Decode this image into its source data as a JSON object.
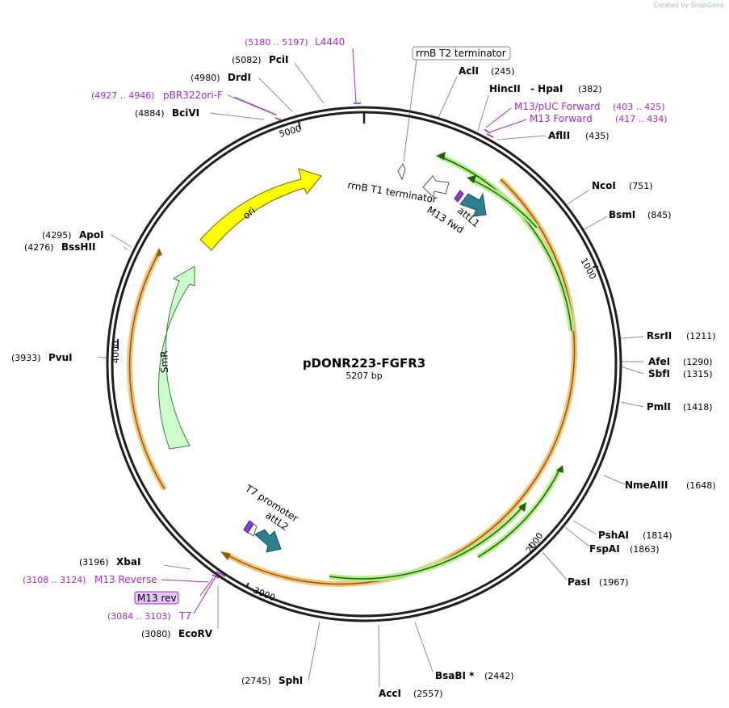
{
  "watermark": {
    "prefix": "Created by",
    "brand": "SnapGene"
  },
  "plasmid": {
    "name": "pDONR223-FGFR3",
    "size_label": "5207 bp"
  },
  "ruler": [
    "1000",
    "2000",
    "3000",
    "4000",
    "5000"
  ],
  "enzymes": [
    {
      "name": "PciI",
      "pos": "(5082)"
    },
    {
      "name": "DrdI",
      "pos": "(4980)"
    },
    {
      "name": "BciVI",
      "pos": "(4884)"
    },
    {
      "name": "AclI",
      "pos": "(245)"
    },
    {
      "name": "HincII",
      "pos": ""
    },
    {
      "name": "- HpaI",
      "pos": "(382)"
    },
    {
      "name": "AflII",
      "pos": "(435)"
    },
    {
      "name": "NcoI",
      "pos": "(751)"
    },
    {
      "name": "BsmI",
      "pos": "(845)"
    },
    {
      "name": "RsrII",
      "pos": "(1211)"
    },
    {
      "name": "AfeI",
      "pos": "(1290)"
    },
    {
      "name": "SbfI",
      "pos": "(1315)"
    },
    {
      "name": "PmlI",
      "pos": "(1418)"
    },
    {
      "name": "NmeAIII",
      "pos": "(1648)"
    },
    {
      "name": "PshAI",
      "pos": "(1814)"
    },
    {
      "name": "FspAI",
      "pos": "(1863)"
    },
    {
      "name": "PasI",
      "pos": "(1967)"
    },
    {
      "name": "BsaBI *",
      "pos": "(2442)"
    },
    {
      "name": "AccI",
      "pos": "(2557)"
    },
    {
      "name": "SphI",
      "pos": "(2745)"
    },
    {
      "name": "EcoRV",
      "pos": "(3080)"
    },
    {
      "name": "XbaI",
      "pos": "(3196)"
    },
    {
      "name": "PvuI",
      "pos": "(3933)"
    },
    {
      "name": "ApoI",
      "pos": "(4295)"
    },
    {
      "name": "BssHII",
      "pos": "(4276)"
    }
  ],
  "primers": [
    {
      "name": "L4440",
      "pos": "(5180 .. 5197)"
    },
    {
      "name": "pBR322ori-F",
      "pos": "(4927 .. 4946)"
    },
    {
      "name": "M13/pUC Forward",
      "pos": "(403 .. 425)"
    },
    {
      "name": "M13 Forward",
      "pos": "(417 .. 434)"
    },
    {
      "name": "M13 Reverse",
      "pos": "(3108 .. 3124)"
    },
    {
      "name": "M13 rev",
      "pos": ""
    },
    {
      "name": "T7",
      "pos": "(3084 .. 3103)"
    }
  ],
  "features": {
    "rrnB_T2": "rrnB T2 terminator",
    "rrnB_T1": "rrnB T1 terminator",
    "attL1": "attL1",
    "M13fwd": "M13 fwd",
    "ori": "ori",
    "SmR": "SmR",
    "T7promoter": "T7 promoter",
    "attL2": "attL2"
  },
  "colors": {
    "backbone": "#1e1e1e",
    "primer": "#a02cc8",
    "ori": "#ffff00",
    "smr": "#ccffcc",
    "att": "#2d7f8f",
    "orf_fill": "#f5c27a",
    "orf_line": "#8a5a00",
    "green_fill": "#b4ee8c",
    "green_line": "#1c6400"
  }
}
